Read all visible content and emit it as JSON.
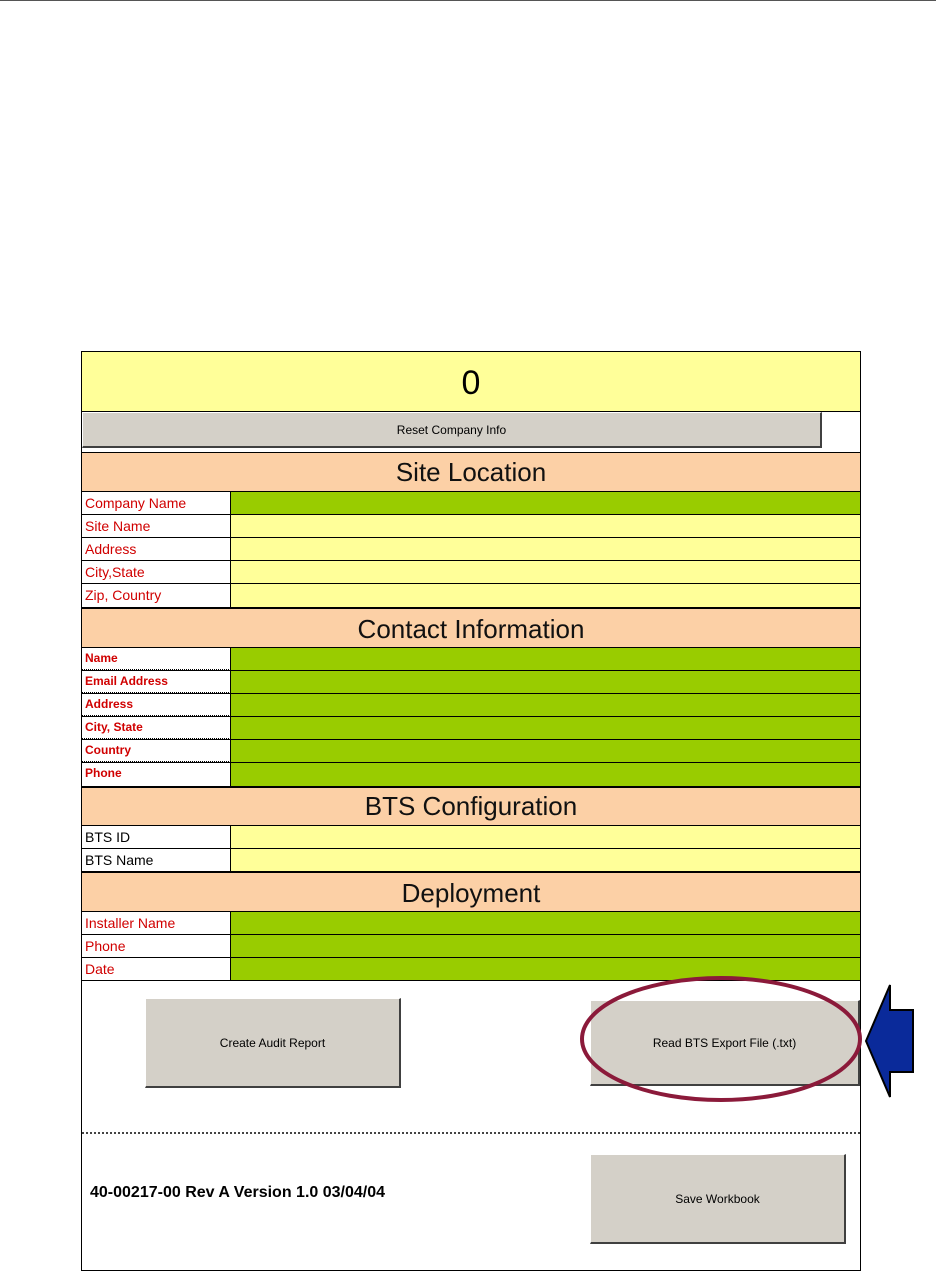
{
  "counter": {
    "value": "0"
  },
  "buttons": {
    "reset_company": "Reset Company Info",
    "create_audit": "Create Audit Report",
    "read_bts": "Read BTS Export File (.txt)",
    "save_workbook": "Save Workbook"
  },
  "site_location": {
    "title": "Site Location",
    "rows": [
      {
        "label": "Company Name",
        "fill": "green"
      },
      {
        "label": "Site Name",
        "fill": "yellow"
      },
      {
        "label": "Address",
        "fill": "yellow"
      },
      {
        "label": "City,State",
        "fill": "yellow"
      },
      {
        "label": "Zip, Country",
        "fill": "yellow"
      }
    ]
  },
  "contact_information": {
    "title": "Contact Information",
    "rows": [
      {
        "label": "Name"
      },
      {
        "label": "Email Address"
      },
      {
        "label": "Address"
      },
      {
        "label": "City, State"
      },
      {
        "label": "Country"
      },
      {
        "label": "Phone"
      }
    ]
  },
  "bts_configuration": {
    "title": "BTS Configuration",
    "rows": [
      {
        "label": "BTS ID"
      },
      {
        "label": "BTS Name"
      }
    ]
  },
  "deployment": {
    "title": "Deployment",
    "rows": [
      {
        "label": "Installer Name"
      },
      {
        "label": "Phone"
      },
      {
        "label": "Date"
      }
    ]
  },
  "footer": {
    "version_text": "40-00217-00  Rev A Version 1.0 03/04/04"
  },
  "colors": {
    "label_red": "#d00000",
    "field_green": "#99cc00",
    "field_yellow": "#ffff99",
    "header_peach": "#fcd0a6",
    "button_gray": "#d4d0c8",
    "highlight_ellipse": "#8b1a3a",
    "arrow_blue": "#0a2a9a"
  },
  "icons": {
    "callout_arrow": "left-arrow-icon",
    "highlight": "ellipse-highlight"
  }
}
